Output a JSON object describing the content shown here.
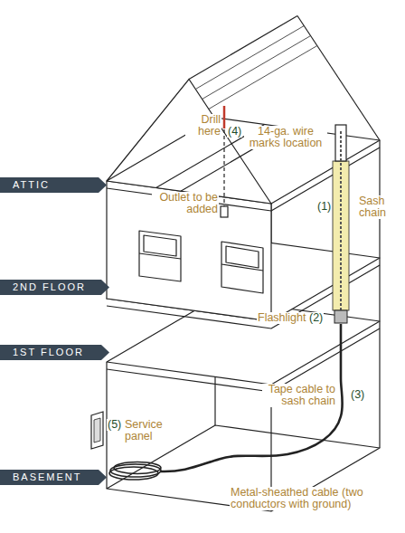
{
  "diagram": {
    "nodes": [
      {
        "text": [
          "ATTIC"
        ]
      },
      {
        "text": [
          "2ND FLOOR"
        ]
      },
      {
        "text": [
          "1ST FLOOR"
        ]
      },
      {
        "text": [
          "BASEMENT"
        ]
      }
    ],
    "labels": [
      "Drill here",
      "(4)",
      "14-ga. wire marks location",
      "Outlet to be added",
      "(1)",
      "Sash chain",
      "Flashlight",
      "(2)",
      "(3)",
      "Tape cable to sash chain",
      "(5)",
      "Service panel",
      "Metal-sheathed cable (two conductors with ground)"
    ]
  }
}
